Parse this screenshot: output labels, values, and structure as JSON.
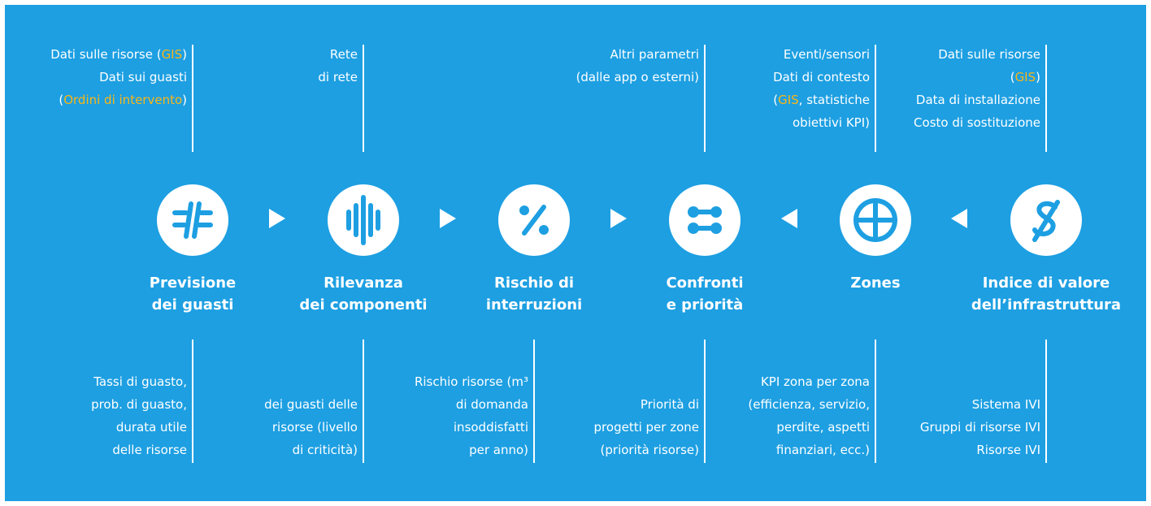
{
  "colors": {
    "background": "#1d9fe2",
    "foreground": "#ffffff",
    "highlight": "#fbb615"
  },
  "steps": [
    {
      "icon": "failure-forecast-icon",
      "title": [
        "Previsione",
        "dei guasti"
      ],
      "inputs": [
        [
          {
            "t": "Dati sulle risorse ("
          },
          {
            "t": "GIS",
            "hl": true
          },
          {
            "t": ")"
          }
        ],
        [
          {
            "t": "Dati sui guasti"
          }
        ],
        [
          {
            "t": "("
          },
          {
            "t": "Ordini di intervento",
            "hl": true
          },
          {
            "t": ")"
          }
        ]
      ],
      "outputs": [
        [
          {
            "t": "Tassi di guasto,"
          }
        ],
        [
          {
            "t": "prob. di guasto,"
          }
        ],
        [
          {
            "t": "durata utile"
          }
        ],
        [
          {
            "t": "delle risorse"
          }
        ]
      ],
      "arrow_after": "right"
    },
    {
      "icon": "audio-wave-icon",
      "title": [
        "Rilevanza",
        "dei componenti"
      ],
      "inputs": [
        [
          {
            "t": "Rete"
          }
        ],
        [
          {
            "t": "di rete"
          }
        ]
      ],
      "outputs": [
        [
          {
            "t": "dei guasti delle"
          }
        ],
        [
          {
            "t": "risorse (livello"
          }
        ],
        [
          {
            "t": "di criticità)"
          }
        ]
      ],
      "arrow_after": "right"
    },
    {
      "icon": "percent-icon",
      "title": [
        "Rischio di",
        "interruzioni"
      ],
      "inputs": [],
      "outputs": [
        [
          {
            "t": "Rischio risorse (m³"
          }
        ],
        [
          {
            "t": "di domanda"
          }
        ],
        [
          {
            "t": "insoddisfatti"
          }
        ],
        [
          {
            "t": "per anno)"
          }
        ]
      ],
      "arrow_after": "right"
    },
    {
      "icon": "compare-nodes-icon",
      "title": [
        "Confronti",
        "e priorità"
      ],
      "inputs": [
        [
          {
            "t": "Altri parametri"
          }
        ],
        [
          {
            "t": "(dalle app o esterni)"
          }
        ]
      ],
      "outputs": [
        [
          {
            "t": "Priorità di"
          }
        ],
        [
          {
            "t": "progetti per zone"
          }
        ],
        [
          {
            "t": "(priorità risorse)"
          }
        ]
      ],
      "arrow_after": "left"
    },
    {
      "icon": "zones-crosshair-icon",
      "title": [
        "Zones"
      ],
      "inputs": [
        [
          {
            "t": "Eventi/sensori"
          }
        ],
        [
          {
            "t": "Dati di contesto"
          }
        ],
        [
          {
            "t": "("
          },
          {
            "t": "GIS",
            "hl": true
          },
          {
            "t": ", statistiche"
          }
        ],
        [
          {
            "t": "obiettivi KPI)"
          }
        ]
      ],
      "outputs": [
        [
          {
            "t": "KPI zona per zona"
          }
        ],
        [
          {
            "t": "(efficienza, servizio,"
          }
        ],
        [
          {
            "t": "perdite, aspetti"
          }
        ],
        [
          {
            "t": "finanziari, ecc.)"
          }
        ]
      ],
      "arrow_after": "left"
    },
    {
      "icon": "infrastructure-value-icon",
      "title": [
        "Indice di valore",
        "dell’infrastruttura"
      ],
      "inputs": [
        [
          {
            "t": "Dati sulle risorse"
          }
        ],
        [
          {
            "t": "("
          },
          {
            "t": "GIS",
            "hl": true
          },
          {
            "t": ")"
          }
        ],
        [
          {
            "t": "Data di installazione"
          }
        ],
        [
          {
            "t": "Costo di sostituzione"
          }
        ]
      ],
      "outputs": [
        [
          {
            "t": "Sistema IVI"
          }
        ],
        [
          {
            "t": "Gruppi di risorse IVI"
          }
        ],
        [
          {
            "t": "Risorse IVI"
          }
        ]
      ],
      "arrow_after": null
    }
  ]
}
